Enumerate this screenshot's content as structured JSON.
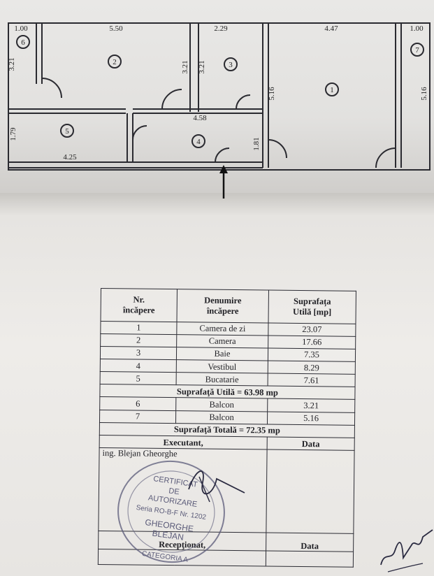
{
  "floor_plan": {
    "rooms": [
      {
        "number": "1",
        "dims": [
          "4.47",
          "5.16",
          "5.16"
        ]
      },
      {
        "number": "2",
        "dims": [
          "5.50",
          "3.21"
        ]
      },
      {
        "number": "3",
        "dims": [
          "2.29",
          "3.21"
        ]
      },
      {
        "number": "4",
        "dims": [
          "4.58",
          "1.81"
        ]
      },
      {
        "number": "5",
        "dims": [
          "4.25",
          "1.79"
        ]
      },
      {
        "number": "6",
        "dims": [
          "1.00",
          "3.21"
        ]
      },
      {
        "number": "7",
        "dims": [
          "1.00"
        ]
      }
    ]
  },
  "table": {
    "headers": [
      "Nr.\nîncăpere",
      "Denumire\nîncăpere",
      "Suprafața\nUtilă [mp]"
    ],
    "rows": [
      {
        "nr": "1",
        "name": "Camera de zi",
        "area": "23.07"
      },
      {
        "nr": "2",
        "name": "Camera",
        "area": "17.66"
      },
      {
        "nr": "3",
        "name": "Baie",
        "area": "7.35"
      },
      {
        "nr": "4",
        "name": "Vestibul",
        "area": "8.29"
      },
      {
        "nr": "5",
        "name": "Bucatarie",
        "area": "7.61"
      }
    ],
    "useful_total": "Suprafaţă Utilă = 63.98 mp",
    "balconies": [
      {
        "nr": "6",
        "name": "Balcon",
        "area": "3.21"
      },
      {
        "nr": "7",
        "name": "Balcon",
        "area": "5.16"
      }
    ],
    "total": "Suprafaţă Totală = 72.35 mp",
    "executant_label": "Executant,",
    "date_label": "Data",
    "executant_name": "ing. Blejan Gheorghe",
    "receptionat_label": "Recepţionat,",
    "date_label_2": "Data"
  },
  "stamp": {
    "lines": [
      "CERTIFICAT",
      "DE",
      "AUTORIZARE",
      "Seria RO-B-F Nr. 1202",
      "GHEORGHE",
      "BLEJAN",
      "CATEGORIA A"
    ]
  },
  "colors": {
    "ink": "#1f1f24",
    "paper": "#eceae7",
    "stamp": "#5a5a78"
  }
}
